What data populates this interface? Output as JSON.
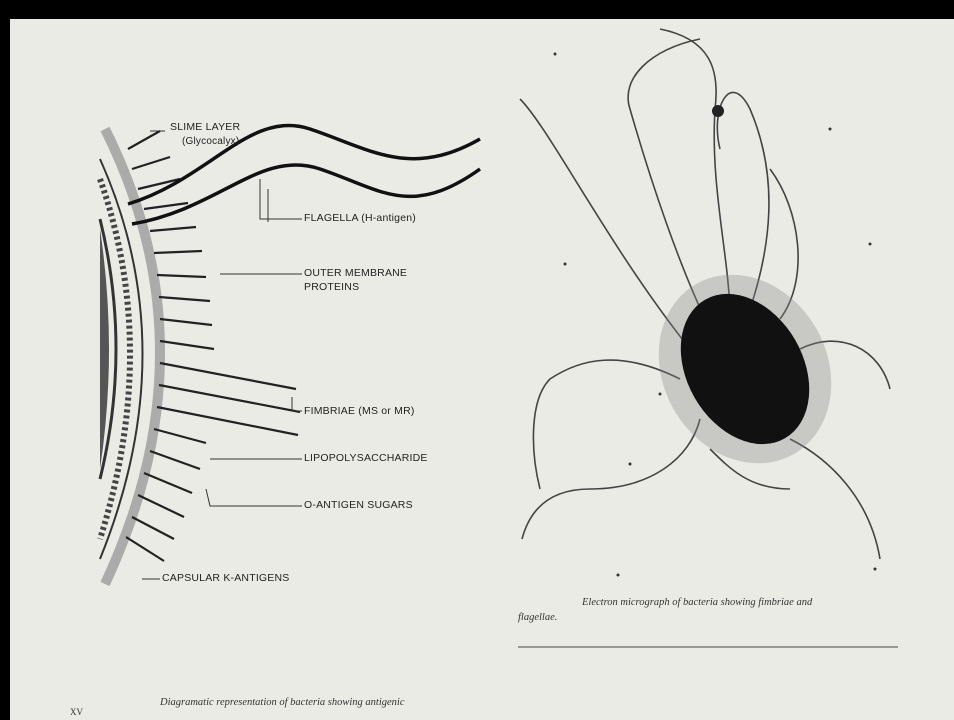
{
  "diagram": {
    "labels": {
      "slime_layer": "SLIME LAYER",
      "glycocalyx": "(Glycocalyx)",
      "flagella": "FLAGELLA (H-antigen)",
      "outer_membrane_1": "OUTER MEMBRANE",
      "outer_membrane_2": "PROTEINS",
      "fimbriae": "FIMBRIAE (MS or MR)",
      "lipopolysaccharide": "LIPOPOLYSACCHARIDE",
      "o_antigen": "O-ANTIGEN SUGARS",
      "capsular": "CAPSULAR  K-ANTIGENS"
    },
    "caption": "Diagramatic representation of bacteria showing antigenic",
    "page_number": "XV"
  },
  "micrograph": {
    "caption_line1": "Electron micrograph of bacteria showing fimbriae and",
    "caption_line2": "flagellae."
  },
  "colors": {
    "paper": "#ebebe6",
    "frame": "#000000",
    "ink": "#222222"
  }
}
